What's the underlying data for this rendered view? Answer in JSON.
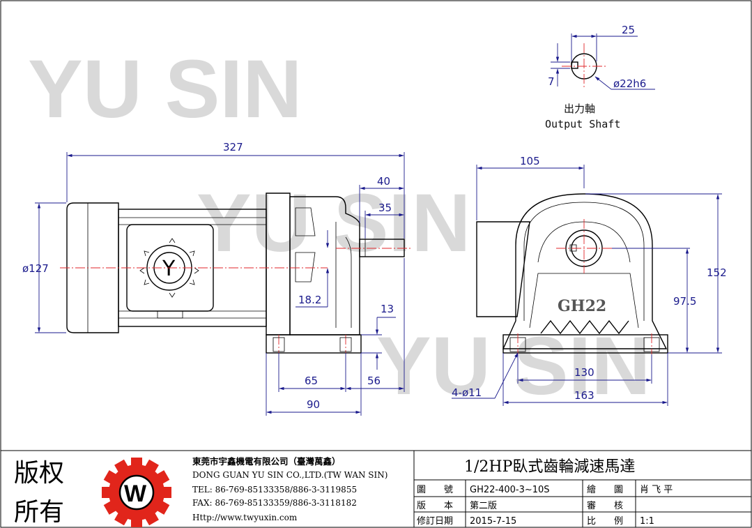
{
  "watermark": {
    "text": "YU SIN"
  },
  "dimensions": {
    "shaft_width": "25",
    "shaft_key": "7",
    "shaft_dia": "ø22h6",
    "overall_length": "327",
    "shaft_len1": "40",
    "shaft_len2": "35",
    "motor_dia": "ø127",
    "center_offset": "18.2",
    "base_thick": "13",
    "foot_span": "65",
    "foot_edge": "56",
    "base_len": "90",
    "side_width": "105",
    "height_total": "152",
    "shaft_height": "97.5",
    "hole_span": "130",
    "base_width": "163",
    "holes": "4-ø11"
  },
  "labels": {
    "output_shaft_cn": "出力軸",
    "output_shaft_en": "Output Shaft",
    "motor_letter": "Y",
    "gear_mark": "GH22"
  },
  "title_block": {
    "copyright_line1": "版权",
    "copyright_line2": "所有",
    "logo_letter": "W",
    "company_cn": "東莞市宇鑫機電有限公司（臺灣萬鑫）",
    "company_en": "DONG GUAN YU SIN CO.,LTD.(TW WAN SIN)",
    "tel": "TEL: 86-769-85133358/886-3-3119855",
    "fax": "FAX: 86-769-85133359/886-3-3118182",
    "http": "Http://www.twyuxin.com",
    "product_title": "1/2HP臥式齒輪減速馬達",
    "rows": [
      {
        "k1": "圖　　號",
        "v1": "GH22-400-3~10S",
        "k2": "繪　　圖",
        "v2": "肖 飞 平"
      },
      {
        "k1": "版　　本",
        "v1": "第二版",
        "k2": "審　　核",
        "v2": ""
      },
      {
        "k1": "修訂日期",
        "v1": "2015-7-15",
        "k2": "比　　例",
        "v2": "1:1"
      }
    ]
  },
  "colors": {
    "dimension": "#1a1a8c",
    "centerline": "#e0262a",
    "logo_red": "#e1251b",
    "watermark": "#d9d9d9"
  }
}
